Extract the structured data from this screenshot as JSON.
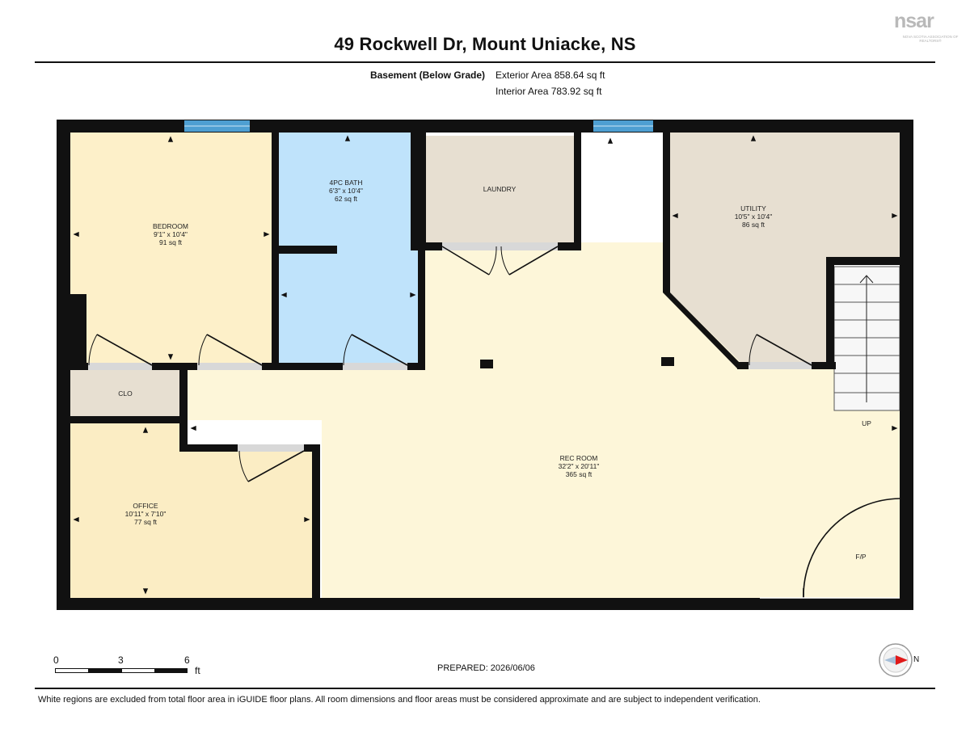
{
  "header": {
    "title": "49 Rockwell Dr, Mount Uniacke, NS",
    "floor_label": "Basement (Below Grade)",
    "exterior_area": "Exterior Area 858.64 sq ft",
    "interior_area": "Interior Area 783.92 sq ft"
  },
  "logo": {
    "text": "nsar",
    "subtext": "NOVA SCOTIA ASSOCIATION OF REALTORS®"
  },
  "rooms": {
    "bedroom": {
      "name": "BEDROOM",
      "dims": "9'1\" x 10'4\"",
      "area": "91 sq ft"
    },
    "bath": {
      "name": "4PC BATH",
      "dims": "6'3\" x 10'4\"",
      "area": "62 sq ft"
    },
    "laundry": {
      "name": "LAUNDRY"
    },
    "utility": {
      "name": "UTILITY",
      "dims": "10'5\" x 10'4\"",
      "area": "86 sq ft"
    },
    "clo": {
      "name": "CLO"
    },
    "office": {
      "name": "OFFICE",
      "dims": "10'11\" x 7'10\"",
      "area": "77 sq ft"
    },
    "rec": {
      "name": "REC ROOM",
      "dims": "32'2\" x 20'11\"",
      "area": "365 sq ft"
    },
    "stairs_label": "UP",
    "fireplace_label": "F/P"
  },
  "colors": {
    "bedroom": "#fdf0c9",
    "bath": "#bfe3fb",
    "laundry": "#e7dfd1",
    "utility": "#e7dfd1",
    "clo": "#e7dfd1",
    "office": "#fbedc4",
    "rec": "#fdf6d9",
    "wall": "#111111",
    "window": "#4e9fd2"
  },
  "scale": {
    "ticks": [
      "0",
      "3",
      "6"
    ],
    "unit": "ft"
  },
  "footer": {
    "prepared": "PREPARED: 2026/06/06",
    "compass_label": "N",
    "disclaimer": "White regions are excluded from total floor area in iGUIDE floor plans. All room dimensions and floor areas must be considered approximate and are subject to independent verification."
  }
}
